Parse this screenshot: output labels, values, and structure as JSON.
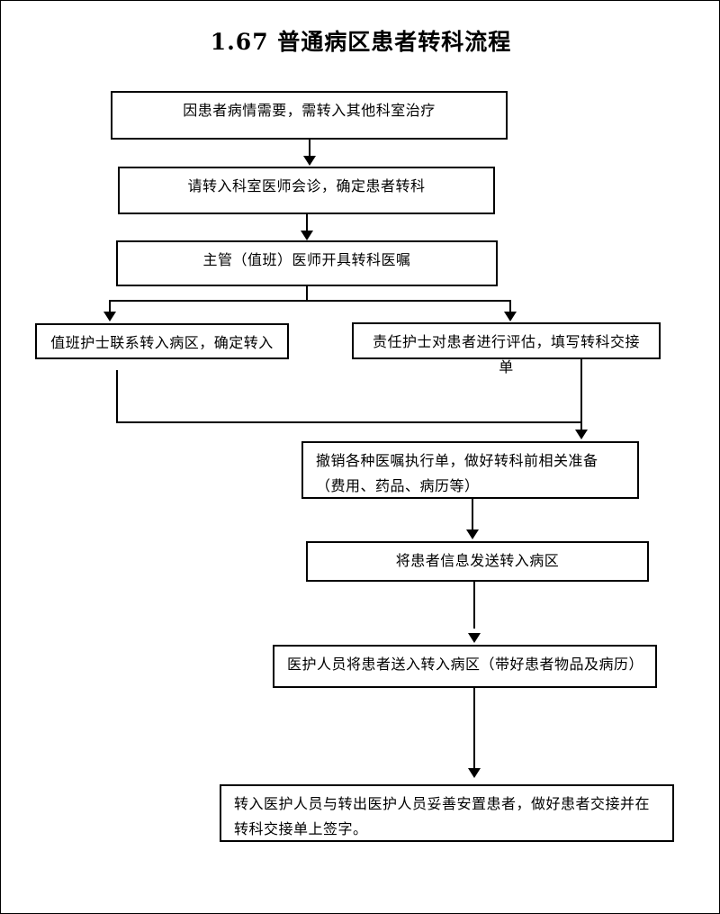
{
  "document": {
    "title": "1.67  普通病区患者转科流程"
  },
  "flowchart": {
    "type": "flowchart",
    "orientation": "top-to-bottom",
    "nodes": [
      {
        "id": "n1",
        "label": "因患者病情需要，需转入其他科室治疗"
      },
      {
        "id": "n2",
        "label": "请转入科室医师会诊，确定患者转科"
      },
      {
        "id": "n3",
        "label": "主管（值班）医师开具转科医嘱"
      },
      {
        "id": "n4",
        "label": "值班护士联系转入病区，确定转入"
      },
      {
        "id": "n5",
        "label": "责任护士对患者进行评估，填写转科交接单"
      },
      {
        "id": "n6",
        "label": "撤销各种医嘱执行单，做好转科前相关准备（费用、药品、病历等）"
      },
      {
        "id": "n7",
        "label": "将患者信息发送转入病区"
      },
      {
        "id": "n8",
        "label": "医护人员将患者送入转入病区（带好患者物品及病历）"
      },
      {
        "id": "n9",
        "label": "转入医护人员与转出医护人员妥善安置患者，做好患者交接并在转科交接单上签字。"
      }
    ],
    "edges": [
      {
        "from": "n1",
        "to": "n2"
      },
      {
        "from": "n2",
        "to": "n3"
      },
      {
        "from": "n3",
        "to": "n4"
      },
      {
        "from": "n3",
        "to": "n5"
      },
      {
        "from": "n4",
        "to": "n6"
      },
      {
        "from": "n5",
        "to": "n6"
      },
      {
        "from": "n6",
        "to": "n7"
      },
      {
        "from": "n7",
        "to": "n8"
      },
      {
        "from": "n8",
        "to": "n9"
      }
    ],
    "colors": {
      "line": "#000000",
      "box_fill": "#ffffff",
      "text": "#000000"
    }
  }
}
